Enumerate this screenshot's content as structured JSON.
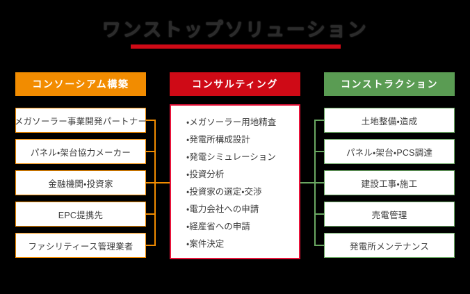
{
  "title": {
    "text": "ワンストップソリューション",
    "underline_color": "#cf0a16"
  },
  "columns": {
    "left": {
      "header": "コンソーシアム構築",
      "accent_color": "#f28c00",
      "items": [
        "メガソーラー事業開発パートナー",
        "パネル・架台協力メーカー",
        "金融機関・投資家",
        "EPC提携先",
        "ファシリティース管理業者"
      ]
    },
    "center": {
      "header": "コンサルティング",
      "accent_color": "#cf0a16",
      "border_color": "#e8133a",
      "items": [
        "メガソーラー用地精査",
        "発電所構成設計",
        "発電シミュレーション",
        "投資分析",
        "投資家の選定・交渉",
        "電力会社への申請",
        "経産省への申請",
        "案件決定"
      ]
    },
    "right": {
      "header": "コンストラクション",
      "accent_color": "#5a9c53",
      "items": [
        "土地整備・造成",
        "パネル・架台・PCS調達",
        "建設工事・施工",
        "売電管理",
        "発電所メンテナンス"
      ]
    }
  },
  "background_color": "#000000"
}
